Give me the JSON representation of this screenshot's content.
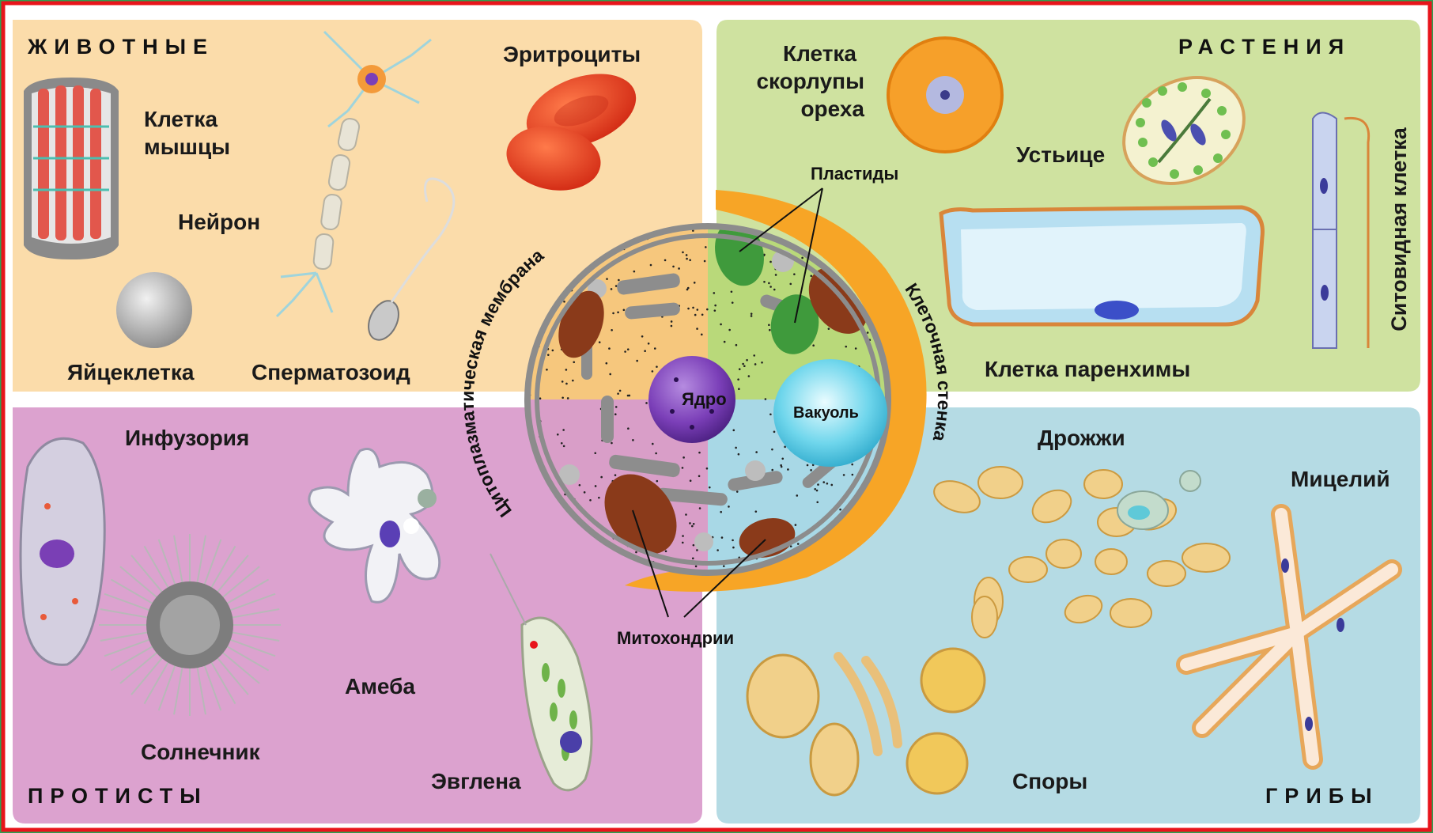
{
  "colors": {
    "animals_bg": "#fbdcaa",
    "plants_bg": "#cfe2a0",
    "protists_bg": "#dca2cf",
    "fungi_bg": "#b5dbe4",
    "cell_wall": "#f7a526",
    "frame_red": "#e8141b",
    "outer_green": "#2f9e4f"
  },
  "sections": {
    "animals": "ЖИВОТНЫЕ",
    "plants": "РАСТЕНИЯ",
    "protists": "ПРОТИСТЫ",
    "fungi": "ГРИБЫ"
  },
  "animals": {
    "erythrocytes": "Эритроциты",
    "muscle_cell_1": "Клетка",
    "muscle_cell_2": "мышцы",
    "neuron": "Нейрон",
    "egg_cell": "Яйцеклетка",
    "sperm": "Сперматозоид"
  },
  "plants": {
    "nut_shell_1": "Клетка",
    "nut_shell_2": "скорлупы",
    "nut_shell_3": "ореха",
    "stoma": "Устьице",
    "parenchyma": "Клетка паренхимы",
    "sieve_cell": "Ситовидная клетка"
  },
  "protists": {
    "infusoria": "Инфузория",
    "amoeba": "Амеба",
    "heliozoan": "Солнечник",
    "euglena": "Эвглена"
  },
  "fungi": {
    "yeast": "Дрожжи",
    "mycelium": "Мицелий",
    "spores": "Споры"
  },
  "cell": {
    "plastids": "Пластиды",
    "membrane": "Цитоплазматическая мембрана",
    "wall": "Клеточная стенка",
    "nucleus": "Ядро",
    "vacuole": "Вакуоль",
    "mitochondria": "Митохондрии"
  }
}
